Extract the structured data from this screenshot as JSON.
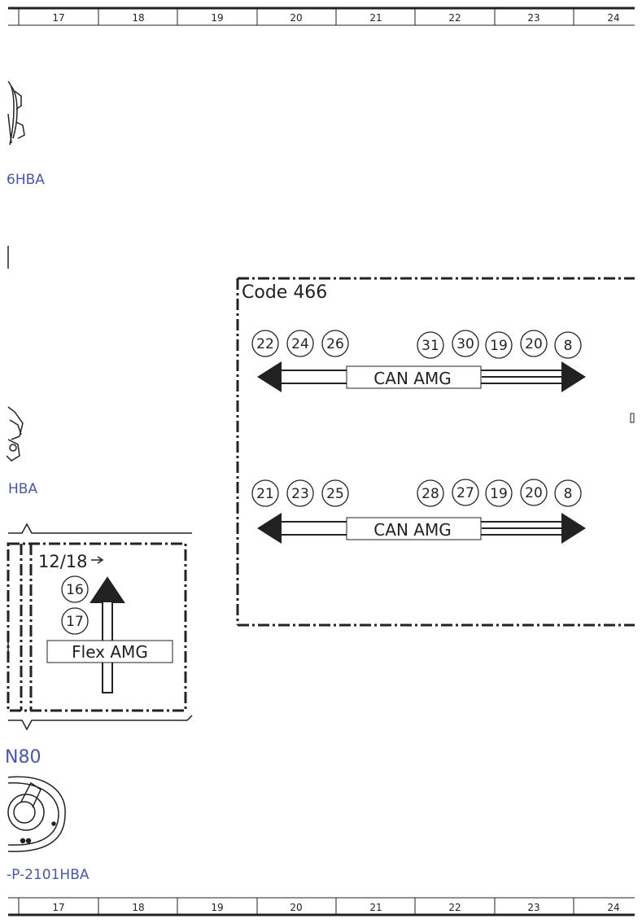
{
  "ruler": {
    "columns": [
      "17",
      "18",
      "19",
      "20",
      "21",
      "22",
      "23",
      "24"
    ]
  },
  "components": {
    "top_label": "6HBA",
    "mid_label": "HBA",
    "n80_label": "N80",
    "bottom_label": "-P-2101HBA"
  },
  "code_box": {
    "title": "Code 466",
    "bus_label": "CAN AMG",
    "bus1_left_pins": [
      "22",
      "24",
      "26"
    ],
    "bus1_right_pins": [
      "31",
      "30",
      "19",
      "20",
      "8"
    ],
    "bus2_left_pins": [
      "21",
      "23",
      "25"
    ],
    "bus2_right_pins": [
      "28",
      "27",
      "19",
      "20",
      "8"
    ]
  },
  "flex_box": {
    "ref": "12/18",
    "pins": [
      "16",
      "17"
    ],
    "bus_label": "Flex AMG"
  }
}
